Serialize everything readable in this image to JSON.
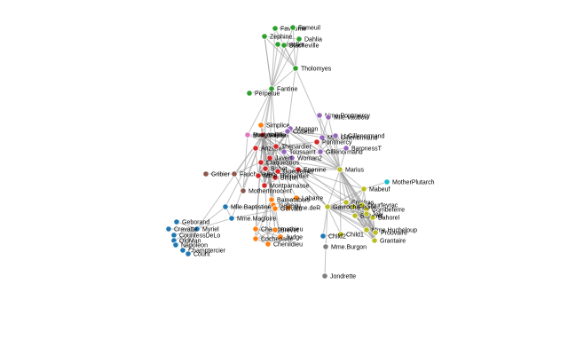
{
  "colors": {
    "g0": "#2ca02c",
    "g1": "#ff7f0e",
    "g2": "#1f77b4",
    "g3": "#d62728",
    "g4": "#9467bd",
    "g5": "#8c564b",
    "g6": "#bcbd22",
    "g7": "#7f7f7f",
    "g8": "#17becf",
    "g9": "#e377c2"
  },
  "nodes": [
    {
      "id": "Favourite",
      "group": "g0"
    },
    {
      "id": "Fameuil",
      "group": "g0"
    },
    {
      "id": "Zephine",
      "group": "g0"
    },
    {
      "id": "Dahlia",
      "group": "g0"
    },
    {
      "id": "Listolier",
      "group": "g0"
    },
    {
      "id": "Blacheville",
      "group": "g0"
    },
    {
      "id": "Tholomyes",
      "group": "g0"
    },
    {
      "id": "Fantine",
      "group": "g0"
    },
    {
      "id": "Perpetue",
      "group": "g0"
    },
    {
      "id": "Simplice",
      "group": "g1"
    },
    {
      "id": "Valjean",
      "group": "g3"
    },
    {
      "id": "Marguerite",
      "group": "g3"
    },
    {
      "id": "Labarre",
      "group": "g1"
    },
    {
      "id": "Magnon",
      "group": "g4"
    },
    {
      "id": "Cosette",
      "group": "g4"
    },
    {
      "id": "Mme.Pontmercy",
      "group": "g4"
    },
    {
      "id": "Mlle.Vaubois",
      "group": "g4"
    },
    {
      "id": "Mlle.Gillenormand",
      "group": "g4"
    },
    {
      "id": "Lt.Gillenormand",
      "group": "g4"
    },
    {
      "id": "Gillenormand",
      "group": "g4"
    },
    {
      "id": "Pontmercy",
      "group": "g3"
    },
    {
      "id": "BaronessT",
      "group": "g4"
    },
    {
      "id": "Anzelma",
      "group": "g3"
    },
    {
      "id": "Thenardier",
      "group": "g3"
    },
    {
      "id": "Toussaint",
      "group": "g4"
    },
    {
      "id": "Woman2",
      "group": "g4"
    },
    {
      "id": "Javert",
      "group": "g3"
    },
    {
      "id": "Claquesous",
      "group": "g3"
    },
    {
      "id": "Eponine",
      "group": "g3"
    },
    {
      "id": "Marius",
      "group": "g6"
    },
    {
      "id": "MotherPlutarch",
      "group": "g8"
    },
    {
      "id": "Gribier",
      "group": "g5"
    },
    {
      "id": "Fauchelevent",
      "group": "g5"
    },
    {
      "id": "Babet",
      "group": "g3"
    },
    {
      "id": "Gueulemer",
      "group": "g3"
    },
    {
      "id": "Brujon",
      "group": "g3"
    },
    {
      "id": "Montparnasse",
      "group": "g3"
    },
    {
      "id": "Mme.Thenardier",
      "group": "g3"
    },
    {
      "id": "MotherInnocent",
      "group": "g5"
    },
    {
      "id": "Bamatabois",
      "group": "g1"
    },
    {
      "id": "Judge",
      "group": "g1"
    },
    {
      "id": "Mme.deR",
      "group": "g1"
    },
    {
      "id": "Isabeau",
      "group": "g1"
    },
    {
      "id": "Gervais",
      "group": "g1"
    },
    {
      "id": "Mme.Magloire",
      "group": "g2"
    },
    {
      "id": "Mlle.Baptistine",
      "group": "g2"
    },
    {
      "id": "Mabeuf",
      "group": "g6"
    },
    {
      "id": "Enjolras",
      "group": "g6"
    },
    {
      "id": "Courfeyrac",
      "group": "g6"
    },
    {
      "id": "Combeferre",
      "group": "g6"
    },
    {
      "id": "Feuilly",
      "group": "g6"
    },
    {
      "id": "Gavroche",
      "group": "g6"
    },
    {
      "id": "Bossuet",
      "group": "g6"
    },
    {
      "id": "Bahorel",
      "group": "g6"
    },
    {
      "id": "Joly",
      "group": "g6"
    },
    {
      "id": "Mme.Hucheloup",
      "group": "g6"
    },
    {
      "id": "Prouvaire",
      "group": "g6"
    },
    {
      "id": "Grantaire",
      "group": "g6"
    },
    {
      "id": "Child1",
      "group": "g6"
    },
    {
      "id": "Child2",
      "group": "g2"
    },
    {
      "id": "Mme.Burgon",
      "group": "g7"
    },
    {
      "id": "Jondrette",
      "group": "g7"
    },
    {
      "id": "Geborand",
      "group": "g2"
    },
    {
      "id": "Myriel",
      "group": "g2"
    },
    {
      "id": "Cravatte",
      "group": "g2"
    },
    {
      "id": "CountessDeLo",
      "group": "g2"
    },
    {
      "id": "OldMan",
      "group": "g2"
    },
    {
      "id": "Napoleon",
      "group": "g2"
    },
    {
      "id": "Champtercier",
      "group": "g2"
    },
    {
      "id": "Count",
      "group": "g2"
    },
    {
      "id": "Champmathieu",
      "group": "g1"
    },
    {
      "id": "Brevet",
      "group": "g1"
    },
    {
      "id": "Cochepaille",
      "group": "g1"
    },
    {
      "id": "Chenildieu",
      "group": "g1"
    },
    {
      "id": "Mme.Thenardier2",
      "group": "g9"
    }
  ],
  "labels": {
    "Favourite": "Favourite",
    "Fameuil": "Fameuil",
    "Zephine": "Zephine",
    "Dahlia": "Dahlia",
    "Listolier": "Listolier",
    "Blacheville": "Blacheville",
    "Tholomyes": "Tholomyes",
    "Fantine": "Fantine",
    "Perpetue": "Perpetue",
    "Simplice": "Simplice",
    "Valjean": "Valjean",
    "Marguerite": "Marguerite",
    "Labarre": "Labarre",
    "Magnon": "Magnon",
    "Cosette": "Cosette",
    "Mme.Pontmercy": "Mme.Pontmercy",
    "Mlle.Vaubois": "Mlle.Vaubois",
    "Mlle.Gillenormand": "Mlle.Gillenormand",
    "Lt.Gillenormand": "Lt.Gillenormand",
    "Gillenormand": "Gillenormand",
    "Pontmercy": "Pontmercy",
    "BaronessT": "BaronessT",
    "Anzelma": "Anzelma",
    "Thenardier": "Thenardier",
    "Toussaint": "Toussaint",
    "Woman2": "Woman2",
    "Javert": "Javert",
    "Claquesous": "Claquesous",
    "Eponine": "Eponine",
    "Marius": "Marius",
    "MotherPlutarch": "MotherPlutarch",
    "Gribier": "Gribier",
    "Fauchelevent": "Fauchelevent",
    "Babet": "Babet",
    "Gueulemer": "Gueulemer",
    "Brujon": "Brujon",
    "Montparnasse": "Montparnasse",
    "Mme.Thenardier": "Mme.Thenardier",
    "MotherInnocent": "MotherInnocent",
    "Bamatabois": "Bamatabois",
    "Judge": "Judge",
    "Mme.deR": "Mme.deR",
    "Isabeau": "Isabeau",
    "Gervais": "Gervais",
    "Mme.Magloire": "Mme.Magloire",
    "Mlle.Baptistine": "Mlle.Baptistine",
    "Mabeuf": "Mabeuf",
    "Enjolras": "Enjolras",
    "Courfeyrac": "Courfeyrac",
    "Combeferre": "Combeferre",
    "Feuilly": "Feuilly",
    "Gavroche": "Gavroche",
    "Bossuet": "Bossuet",
    "Bahorel": "Bahorel",
    "Joly": "Joly",
    "Mme.Hucheloup": "Mme.Hucheloup",
    "Prouvaire": "Prouvaire",
    "Grantaire": "Grantaire",
    "Child1": "Child1",
    "Child2": "Child2",
    "Mme.Burgon": "Mme.Burgon",
    "Jondrette": "Jondrette",
    "Geborand": "Geborand",
    "Myriel": "Myriel",
    "Cravatte": "Cravatte",
    "CountessDeLo": "CountessDeLo",
    "OldMan": "OldMan",
    "Napoleon": "Napoleon",
    "Champtercier": "Champtercier",
    "Count": "Count",
    "Champmathieu": "Champmathieu",
    "Brevet": "Brevet",
    "Cochepaille": "Cochepaille",
    "Chenildieu": "Chenildieu",
    "Mme.Thenardier2": "Boulatruelle"
  },
  "links": [
    [
      "Favourite",
      "Tholomyes"
    ],
    [
      "Fameuil",
      "Tholomyes"
    ],
    [
      "Zephine",
      "Tholomyes"
    ],
    [
      "Dahlia",
      "Tholomyes"
    ],
    [
      "Listolier",
      "Tholomyes"
    ],
    [
      "Blacheville",
      "Tholomyes"
    ],
    [
      "Favourite",
      "Fameuil"
    ],
    [
      "Zephine",
      "Dahlia"
    ],
    [
      "Listolier",
      "Blacheville"
    ],
    [
      "Favourite",
      "Fantine"
    ],
    [
      "Fameuil",
      "Fantine"
    ],
    [
      "Zephine",
      "Fantine"
    ],
    [
      "Dahlia",
      "Fantine"
    ],
    [
      "Listolier",
      "Fantine"
    ],
    [
      "Blacheville",
      "Fantine"
    ],
    [
      "Tholomyes",
      "Fantine"
    ],
    [
      "Zephine",
      "Fantine"
    ],
    [
      "Fantine",
      "Perpetue"
    ],
    [
      "Fantine",
      "Simplice"
    ],
    [
      "Fantine",
      "Valjean"
    ],
    [
      "Fantine",
      "Marguerite"
    ],
    [
      "Fantine",
      "Thenardier"
    ],
    [
      "Fantine",
      "Javert"
    ],
    [
      "Fantine",
      "Mme.Thenardier"
    ],
    [
      "Tholomyes",
      "Cosette"
    ],
    [
      "Tholomyes",
      "Marius"
    ],
    [
      "Simplice",
      "Valjean"
    ],
    [
      "Simplice",
      "Javert"
    ],
    [
      "Valjean",
      "Marguerite"
    ],
    [
      "Valjean",
      "Cosette"
    ],
    [
      "Valjean",
      "Javert"
    ],
    [
      "Valjean",
      "Thenardier"
    ],
    [
      "Valjean",
      "Marius"
    ],
    [
      "Valjean",
      "Fauchelevent"
    ],
    [
      "Valjean",
      "Labarre"
    ],
    [
      "Valjean",
      "Isabeau"
    ],
    [
      "Valjean",
      "Gervais"
    ],
    [
      "Valjean",
      "Mme.Magloire"
    ],
    [
      "Valjean",
      "Mlle.Baptistine"
    ],
    [
      "Valjean",
      "Myriel"
    ],
    [
      "Valjean",
      "Champmathieu"
    ],
    [
      "Valjean",
      "Brevet"
    ],
    [
      "Valjean",
      "Chenildieu"
    ],
    [
      "Valjean",
      "Cochepaille"
    ],
    [
      "Valjean",
      "Judge"
    ],
    [
      "Valjean",
      "Bamatabois"
    ],
    [
      "Valjean",
      "Mme.deR"
    ],
    [
      "Valjean",
      "Gavroche"
    ],
    [
      "Valjean",
      "Enjolras"
    ],
    [
      "Valjean",
      "Toussaint"
    ],
    [
      "Valjean",
      "Woman2"
    ],
    [
      "Valjean",
      "Babet"
    ],
    [
      "Valjean",
      "Gueulemer"
    ],
    [
      "Valjean",
      "Claquesous"
    ],
    [
      "Valjean",
      "Montparnasse"
    ],
    [
      "Valjean",
      "Brujon"
    ],
    [
      "Valjean",
      "MotherInnocent"
    ],
    [
      "Valjean",
      "Simplice"
    ],
    [
      "Cosette",
      "Marius"
    ],
    [
      "Cosette",
      "Gillenormand"
    ],
    [
      "Cosette",
      "Mlle.Gillenormand"
    ],
    [
      "Cosette",
      "Lt.Gillenormand"
    ],
    [
      "Cosette",
      "Toussaint"
    ],
    [
      "Cosette",
      "Thenardier"
    ],
    [
      "Cosette",
      "Javert"
    ],
    [
      "Cosette",
      "Mme.Thenardier"
    ],
    [
      "Cosette",
      "Woman2"
    ],
    [
      "Marius",
      "Gillenormand"
    ],
    [
      "Marius",
      "Mlle.Gillenormand"
    ],
    [
      "Marius",
      "Lt.Gillenormand"
    ],
    [
      "Marius",
      "Pontmercy"
    ],
    [
      "Marius",
      "BaronessT"
    ],
    [
      "Marius",
      "Mabeuf"
    ],
    [
      "Marius",
      "Enjolras"
    ],
    [
      "Marius",
      "Courfeyrac"
    ],
    [
      "Marius",
      "Combeferre"
    ],
    [
      "Marius",
      "Feuilly"
    ],
    [
      "Marius",
      "Bossuet"
    ],
    [
      "Marius",
      "Bahorel"
    ],
    [
      "Marius",
      "Joly"
    ],
    [
      "Marius",
      "Gavroche"
    ],
    [
      "Marius",
      "Eponine"
    ],
    [
      "Marius",
      "Thenardier"
    ],
    [
      "Marius",
      "Javert"
    ],
    [
      "Marius",
      "Prouvaire"
    ],
    [
      "Marius",
      "Grantaire"
    ],
    [
      "Marius",
      "Child1"
    ],
    [
      "Marius",
      "Mme.Hucheloup"
    ],
    [
      "Marius",
      "Mme.Pontmercy"
    ],
    [
      "Marius",
      "Mlle.Vaubois"
    ],
    [
      "Gillenormand",
      "Mlle.Gillenormand"
    ],
    [
      "Gillenormand",
      "Lt.Gillenormand"
    ],
    [
      "Gillenormand",
      "Magnon"
    ],
    [
      "Gillenormand",
      "Pontmercy"
    ],
    [
      "Gillenormand",
      "BaronessT"
    ],
    [
      "Mlle.Gillenormand",
      "Mme.Pontmercy"
    ],
    [
      "Mlle.Gillenormand",
      "Mlle.Vaubois"
    ],
    [
      "Mlle.Gillenormand",
      "Lt.Gillenormand"
    ],
    [
      "Pontmercy",
      "Thenardier"
    ],
    [
      "Magnon",
      "Mme.Thenardier"
    ],
    [
      "Thenardier",
      "Mme.Thenardier"
    ],
    [
      "Thenardier",
      "Javert"
    ],
    [
      "Thenardier",
      "Babet"
    ],
    [
      "Thenardier",
      "Gueulemer"
    ],
    [
      "Thenardier",
      "Claquesous"
    ],
    [
      "Thenardier",
      "Montparnasse"
    ],
    [
      "Thenardier",
      "Brujon"
    ],
    [
      "Thenardier",
      "Eponine"
    ],
    [
      "Thenardier",
      "Anzelma"
    ],
    [
      "Thenardier",
      "Gavroche"
    ],
    [
      "Thenardier",
      "Mme.Thenardier2"
    ],
    [
      "Mme.Thenardier",
      "Javert"
    ],
    [
      "Mme.Thenardier",
      "Eponine"
    ],
    [
      "Mme.Thenardier",
      "Anzelma"
    ],
    [
      "Mme.Thenardier",
      "Babet"
    ],
    [
      "Mme.Thenardier",
      "Gueulemer"
    ],
    [
      "Mme.Thenardier",
      "Claquesous"
    ],
    [
      "Mme.Thenardier",
      "Montparnasse"
    ],
    [
      "Mme.Thenardier",
      "Brujon"
    ],
    [
      "Javert",
      "Babet"
    ],
    [
      "Javert",
      "Gueulemer"
    ],
    [
      "Javert",
      "Claquesous"
    ],
    [
      "Javert",
      "Montparnasse"
    ],
    [
      "Javert",
      "Brujon"
    ],
    [
      "Javert",
      "Eponine"
    ],
    [
      "Javert",
      "Enjolras"
    ],
    [
      "Javert",
      "Gavroche"
    ],
    [
      "Babet",
      "Gueulemer"
    ],
    [
      "Babet",
      "Claquesous"
    ],
    [
      "Babet",
      "Montparnasse"
    ],
    [
      "Babet",
      "Brujon"
    ],
    [
      "Gueulemer",
      "Claquesous"
    ],
    [
      "Gueulemer",
      "Montparnasse"
    ],
    [
      "Gueulemer",
      "Brujon"
    ],
    [
      "Claquesous",
      "Montparnasse"
    ],
    [
      "Claquesous",
      "Brujon"
    ],
    [
      "Montparnasse",
      "Brujon"
    ],
    [
      "Eponine",
      "Anzelma"
    ],
    [
      "Eponine",
      "Montparnasse"
    ],
    [
      "Eponine",
      "Brujon"
    ],
    [
      "Eponine",
      "Courfeyrac"
    ],
    [
      "Eponine",
      "Mabeuf"
    ],
    [
      "Mabeuf",
      "MotherPlutarch"
    ],
    [
      "Mabeuf",
      "Enjolras"
    ],
    [
      "Mabeuf",
      "Gavroche"
    ],
    [
      "Mabeuf",
      "Combeferre"
    ],
    [
      "Mabeuf",
      "Courfeyrac"
    ],
    [
      "Mabeuf",
      "Feuilly"
    ],
    [
      "Enjolras",
      "Combeferre"
    ],
    [
      "Enjolras",
      "Courfeyrac"
    ],
    [
      "Enjolras",
      "Feuilly"
    ],
    [
      "Enjolras",
      "Bossuet"
    ],
    [
      "Enjolras",
      "Bahorel"
    ],
    [
      "Enjolras",
      "Joly"
    ],
    [
      "Enjolras",
      "Gavroche"
    ],
    [
      "Enjolras",
      "Prouvaire"
    ],
    [
      "Enjolras",
      "Grantaire"
    ],
    [
      "Enjolras",
      "Mme.Hucheloup"
    ],
    [
      "Combeferre",
      "Courfeyrac"
    ],
    [
      "Combeferre",
      "Feuilly"
    ],
    [
      "Combeferre",
      "Bossuet"
    ],
    [
      "Combeferre",
      "Bahorel"
    ],
    [
      "Combeferre",
      "Joly"
    ],
    [
      "Combeferre",
      "Gavroche"
    ],
    [
      "Combeferre",
      "Prouvaire"
    ],
    [
      "Combeferre",
      "Grantaire"
    ],
    [
      "Courfeyrac",
      "Feuilly"
    ],
    [
      "Courfeyrac",
      "Bossuet"
    ],
    [
      "Courfeyrac",
      "Bahorel"
    ],
    [
      "Courfeyrac",
      "Joly"
    ],
    [
      "Courfeyrac",
      "Gavroche"
    ],
    [
      "Courfeyrac",
      "Prouvaire"
    ],
    [
      "Courfeyrac",
      "Grantaire"
    ],
    [
      "Courfeyrac",
      "Mme.Hucheloup"
    ],
    [
      "Feuilly",
      "Bossuet"
    ],
    [
      "Feuilly",
      "Bahorel"
    ],
    [
      "Feuilly",
      "Joly"
    ],
    [
      "Feuilly",
      "Gavroche"
    ],
    [
      "Feuilly",
      "Prouvaire"
    ],
    [
      "Feuilly",
      "Grantaire"
    ],
    [
      "Bossuet",
      "Bahorel"
    ],
    [
      "Bossuet",
      "Joly"
    ],
    [
      "Bossuet",
      "Gavroche"
    ],
    [
      "Bossuet",
      "Prouvaire"
    ],
    [
      "Bossuet",
      "Grantaire"
    ],
    [
      "Bossuet",
      "Mme.Hucheloup"
    ],
    [
      "Bahorel",
      "Joly"
    ],
    [
      "Bahorel",
      "Gavroche"
    ],
    [
      "Bahorel",
      "Prouvaire"
    ],
    [
      "Bahorel",
      "Grantaire"
    ],
    [
      "Bahorel",
      "Mme.Hucheloup"
    ],
    [
      "Joly",
      "Gavroche"
    ],
    [
      "Joly",
      "Prouvaire"
    ],
    [
      "Joly",
      "Grantaire"
    ],
    [
      "Joly",
      "Mme.Hucheloup"
    ],
    [
      "Gavroche",
      "Prouvaire"
    ],
    [
      "Gavroche",
      "Grantaire"
    ],
    [
      "Gavroche",
      "Child1"
    ],
    [
      "Gavroche",
      "Child2"
    ],
    [
      "Gavroche",
      "Mme.Burgon"
    ],
    [
      "Gavroche",
      "Mme.Hucheloup"
    ],
    [
      "Child1",
      "Child2"
    ],
    [
      "Mme.Burgon",
      "Jondrette"
    ],
    [
      "Grantaire",
      "Mme.Hucheloup"
    ],
    [
      "Prouvaire",
      "Grantaire"
    ],
    [
      "Fauchelevent",
      "Gribier"
    ],
    [
      "Fauchelevent",
      "MotherInnocent"
    ],
    [
      "Fauchelevent",
      "Javert"
    ],
    [
      "MotherInnocent",
      "Marguerite"
    ],
    [
      "Myriel",
      "Mme.Magloire"
    ],
    [
      "Myriel",
      "Mlle.Baptistine"
    ],
    [
      "Myriel",
      "Geborand"
    ],
    [
      "Myriel",
      "Cravatte"
    ],
    [
      "Myriel",
      "CountessDeLo"
    ],
    [
      "Myriel",
      "OldMan"
    ],
    [
      "Myriel",
      "Napoleon"
    ],
    [
      "Myriel",
      "Champtercier"
    ],
    [
      "Myriel",
      "Count"
    ],
    [
      "Mme.Magloire",
      "Mlle.Baptistine"
    ],
    [
      "Mme.Magloire",
      "Mme.deR"
    ],
    [
      "Mlle.Baptistine",
      "Mme.deR"
    ],
    [
      "Champmathieu",
      "Brevet"
    ],
    [
      "Champmathieu",
      "Cochepaille"
    ],
    [
      "Champmathieu",
      "Chenildieu"
    ],
    [
      "Champmathieu",
      "Judge"
    ],
    [
      "Champmathieu",
      "Bamatabois"
    ],
    [
      "Brevet",
      "Cochepaille"
    ],
    [
      "Brevet",
      "Chenildieu"
    ],
    [
      "Brevet",
      "Judge"
    ],
    [
      "Brevet",
      "Bamatabois"
    ],
    [
      "Cochepaille",
      "Chenildieu"
    ],
    [
      "Cochepaille",
      "Judge"
    ],
    [
      "Cochepaille",
      "Bamatabois"
    ],
    [
      "Chenildieu",
      "Judge"
    ],
    [
      "Chenildieu",
      "Bamatabois"
    ],
    [
      "Judge",
      "Bamatabois"
    ],
    [
      "Bamatabois",
      "Simplice"
    ],
    [
      "Labarre",
      "Isabeau"
    ]
  ]
}
